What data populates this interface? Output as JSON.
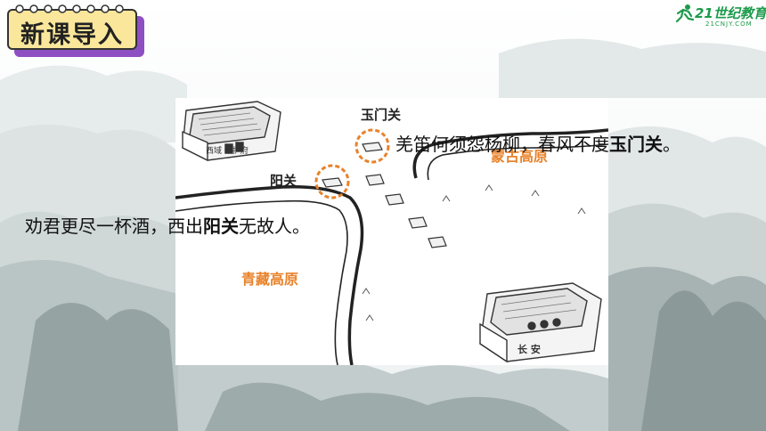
{
  "header": {
    "title": "新课导入"
  },
  "logo": {
    "brand": "21世纪教育",
    "url_text": "21CNJY.COM"
  },
  "map": {
    "yumen_label": "玉门关",
    "yang_label": "阳关",
    "mongolia_label": "蒙古高原",
    "tibet_label": "青藏高原",
    "west_city_sign": "西域 都护府",
    "changan_sign": "长 安"
  },
  "poems": {
    "line1": {
      "before": "羌笛何须怨杨柳，春风不度",
      "highlight": "玉门关",
      "after": "。"
    },
    "line2": {
      "before": "劝君更尽一杯酒，西出",
      "highlight": "阳关",
      "after": "无故人。"
    }
  },
  "colors": {
    "accent_orange": "#e8822a",
    "badge_yellow": "#fbe79b",
    "badge_purple": "#8e4fc3",
    "logo_green": "#1d9b4b"
  }
}
